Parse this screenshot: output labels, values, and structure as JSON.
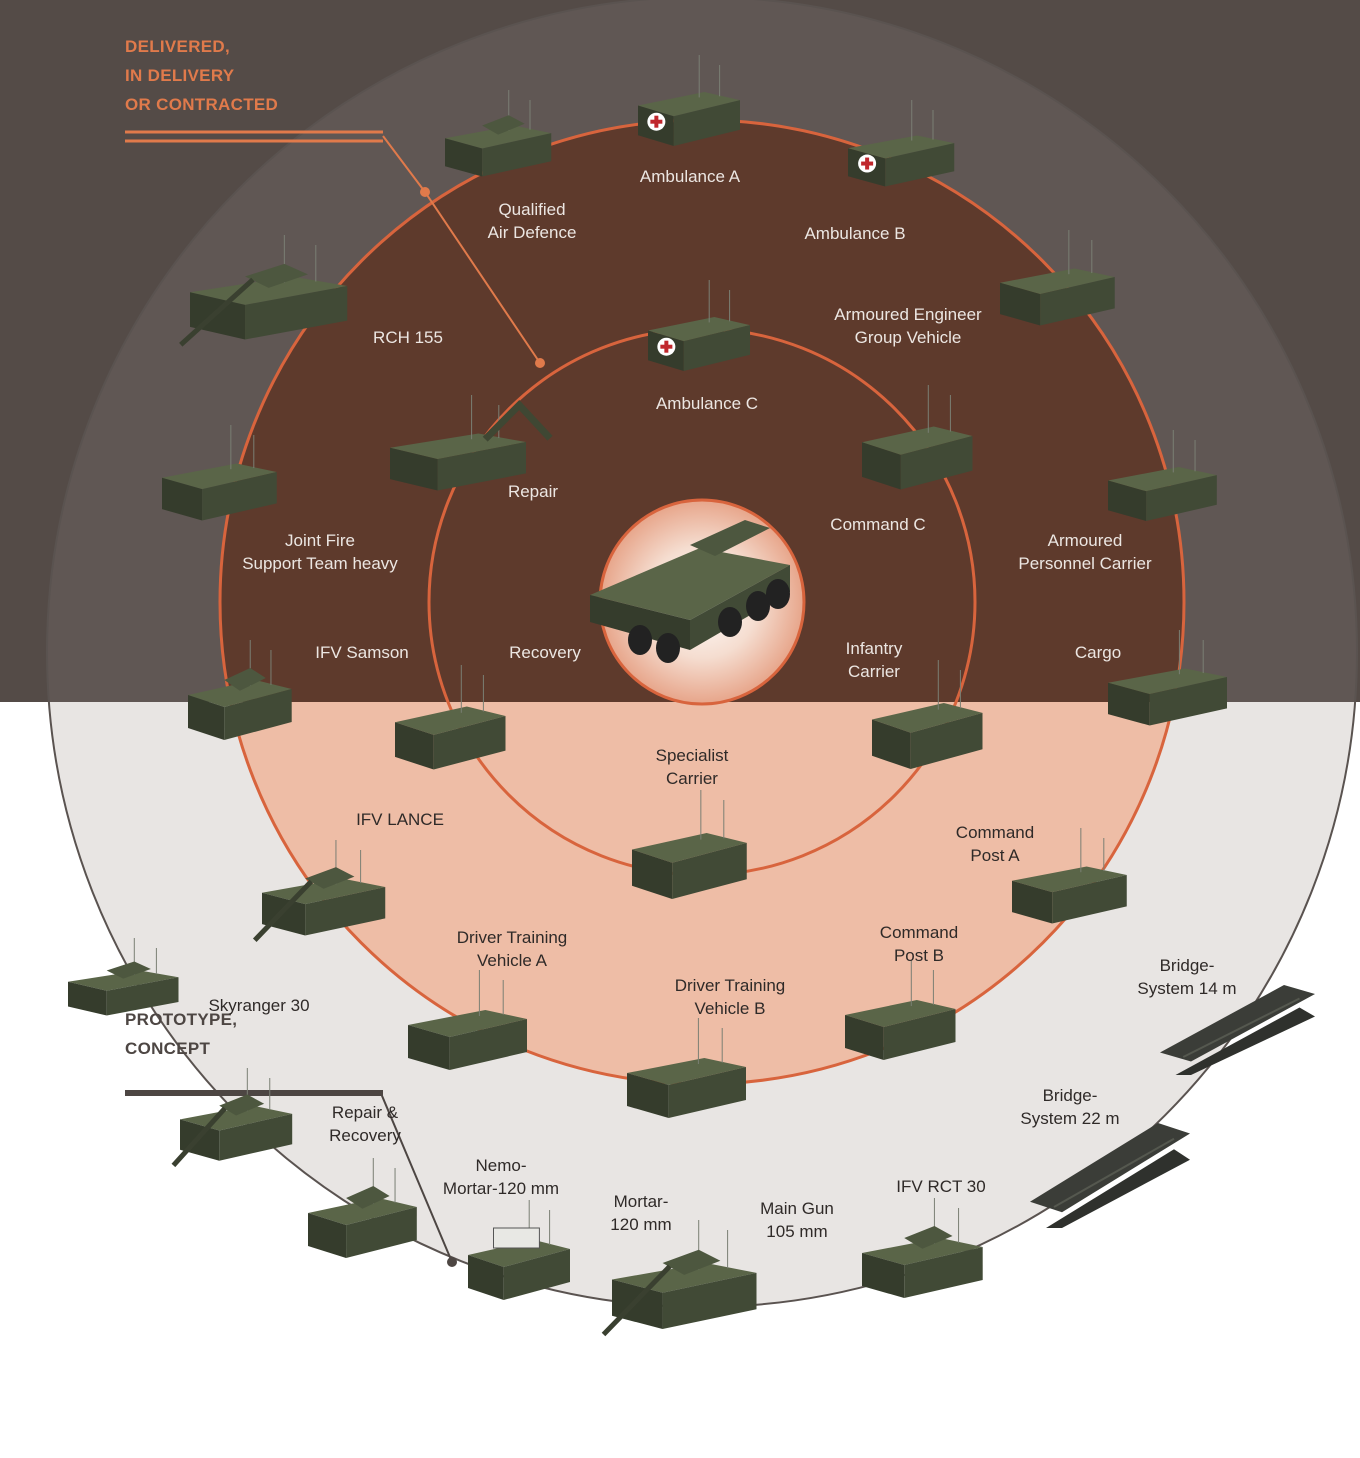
{
  "legend": {
    "delivered": "DELIVERED,\nIN DELIVERY\nOR CONTRACTED",
    "prototype": "PROTOTYPE,\nCONCEPT"
  },
  "colors": {
    "dark_background": "#544b47",
    "orange_accent": "#e07a4b",
    "ring_line": "#d8643d",
    "grey_line": "#5a5350",
    "vehicle_body": "#414a36",
    "vehicle_top": "#5a6548",
    "medical_cross": "#c0272d"
  },
  "vehicles": [
    {
      "id": "qualified-air-defence",
      "label": "Qualified\nAir Defence",
      "icon": "air-defence-vehicle-icon",
      "zone": "delivered"
    },
    {
      "id": "ambulance-a",
      "label": "Ambulance A",
      "icon": "ambulance-vehicle-icon",
      "zone": "delivered"
    },
    {
      "id": "ambulance-b",
      "label": "Ambulance B",
      "icon": "ambulance-vehicle-icon",
      "zone": "delivered"
    },
    {
      "id": "armoured-engineer-group-vehicle",
      "label": "Armoured Engineer\nGroup Vehicle",
      "icon": "engineer-vehicle-icon",
      "zone": "delivered"
    },
    {
      "id": "rch-155",
      "label": "RCH 155",
      "icon": "howitzer-vehicle-icon",
      "zone": "delivered"
    },
    {
      "id": "ambulance-c",
      "label": "Ambulance C",
      "icon": "ambulance-vehicle-icon",
      "zone": "delivered"
    },
    {
      "id": "repair",
      "label": "Repair",
      "icon": "repair-crane-vehicle-icon",
      "zone": "delivered"
    },
    {
      "id": "command-c",
      "label": "Command C",
      "icon": "command-vehicle-icon",
      "zone": "delivered"
    },
    {
      "id": "joint-fire-support-team-heavy",
      "label": "Joint Fire\nSupport Team heavy",
      "icon": "fire-support-vehicle-icon",
      "zone": "delivered"
    },
    {
      "id": "armoured-personnel-carrier",
      "label": "Armoured\nPersonnel Carrier",
      "icon": "apc-vehicle-icon",
      "zone": "delivered"
    },
    {
      "id": "ifv-samson",
      "label": "IFV Samson",
      "icon": "ifv-turret-vehicle-icon",
      "zone": "delivered"
    },
    {
      "id": "recovery",
      "label": "Recovery",
      "icon": "recovery-vehicle-icon",
      "zone": "delivered"
    },
    {
      "id": "infantry-carrier",
      "label": "Infantry\nCarrier",
      "icon": "infantry-carrier-vehicle-icon",
      "zone": "delivered"
    },
    {
      "id": "cargo",
      "label": "Cargo",
      "icon": "cargo-vehicle-icon",
      "zone": "delivered"
    },
    {
      "id": "specialist-carrier",
      "label": "Specialist\nCarrier",
      "icon": "specialist-carrier-vehicle-icon",
      "zone": "delivered"
    },
    {
      "id": "ifv-lance",
      "label": "IFV LANCE",
      "icon": "ifv-turret-vehicle-icon",
      "zone": "delivered"
    },
    {
      "id": "command-post-a",
      "label": "Command\nPost A",
      "icon": "command-post-vehicle-icon",
      "zone": "delivered"
    },
    {
      "id": "driver-training-vehicle-a",
      "label": "Driver Training\nVehicle A",
      "icon": "driver-training-vehicle-icon",
      "zone": "delivered"
    },
    {
      "id": "driver-training-vehicle-b",
      "label": "Driver Training\nVehicle B",
      "icon": "driver-training-vehicle-icon",
      "zone": "delivered"
    },
    {
      "id": "command-post-b",
      "label": "Command\nPost B",
      "icon": "command-post-vehicle-icon",
      "zone": "delivered"
    },
    {
      "id": "skyranger-30",
      "label": "Skyranger 30",
      "icon": "air-defence-turret-vehicle-icon",
      "zone": "prototype"
    },
    {
      "id": "bridge-system-14m",
      "label": "Bridge-\nSystem 14 m",
      "icon": "bridge-module-icon",
      "zone": "prototype"
    },
    {
      "id": "repair-and-recovery",
      "label": "Repair &\nRecovery",
      "icon": "repair-recovery-vehicle-icon",
      "zone": "prototype"
    },
    {
      "id": "bridge-system-22m",
      "label": "Bridge-\nSystem 22 m",
      "icon": "bridge-module-icon",
      "zone": "prototype"
    },
    {
      "id": "nemo-mortar-120mm",
      "label": "Nemo-\nMortar-120 mm",
      "icon": "mortar-turret-vehicle-icon",
      "zone": "prototype"
    },
    {
      "id": "mortar-120mm",
      "label": "Mortar-\n120 mm",
      "icon": "mortar-vehicle-icon",
      "zone": "prototype"
    },
    {
      "id": "main-gun-105mm",
      "label": "Main Gun\n105 mm",
      "icon": "main-gun-vehicle-icon",
      "zone": "prototype"
    },
    {
      "id": "ifv-rct-30",
      "label": "IFV RCT 30",
      "icon": "ifv-turret-vehicle-icon",
      "zone": "prototype"
    }
  ],
  "center": {
    "icon": "wheeled-6x6-chassis-icon"
  }
}
